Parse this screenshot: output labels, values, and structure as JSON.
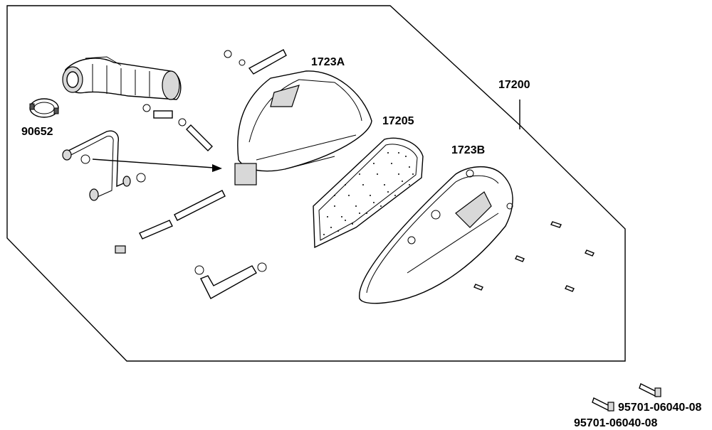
{
  "diagram": {
    "callouts": {
      "air_cleaner_assy": "17200",
      "case": "1723A",
      "element": "17205",
      "cover": "1723B",
      "clamp": "90652",
      "bolt_a": "95701-06040-08",
      "bolt_b": "95701-06040-08"
    }
  }
}
